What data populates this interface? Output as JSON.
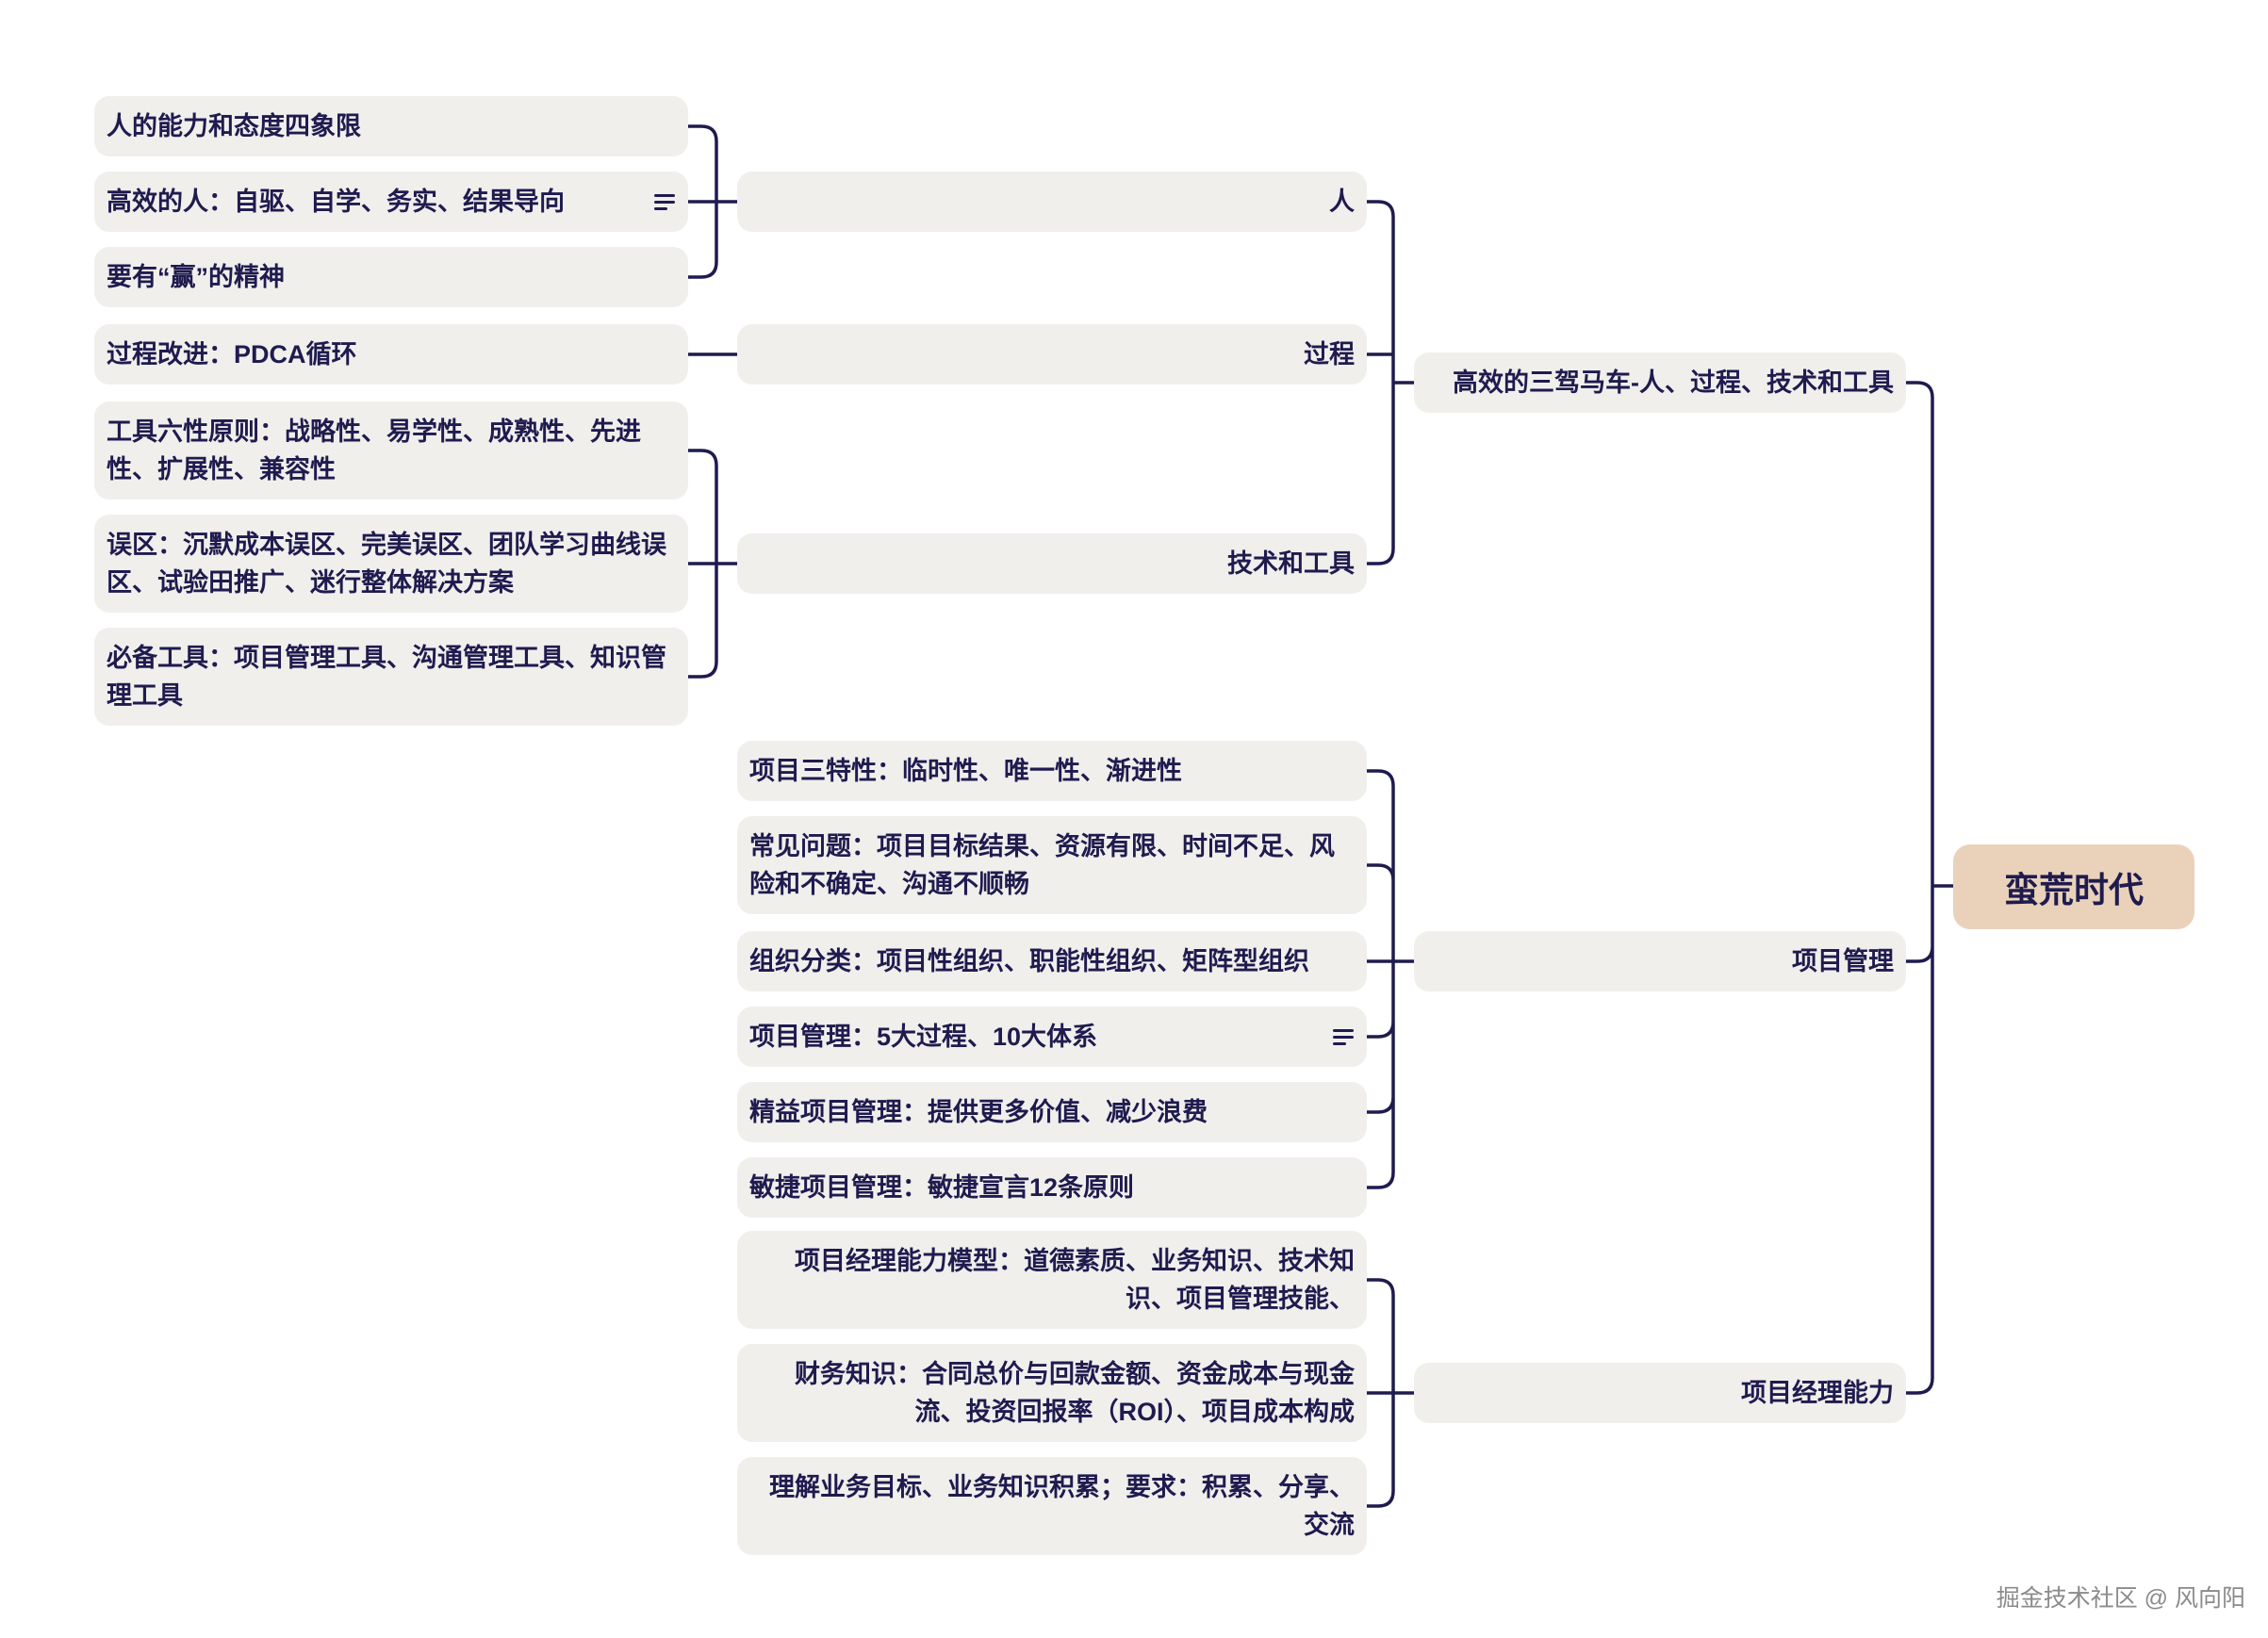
{
  "root": {
    "label": "蛮荒时代"
  },
  "branches": {
    "b1": {
      "label": "高效的三驾马车-人、过程、技术和工具",
      "children": {
        "people": {
          "label": "人",
          "items": [
            "人的能力和态度四象限",
            "高效的人：自驱、自学、务实、结果导向",
            "要有“赢”的精神"
          ]
        },
        "process": {
          "label": "过程",
          "items": [
            "过程改进：PDCA循环"
          ]
        },
        "tech": {
          "label": "技术和工具",
          "items": [
            "工具六性原则：战略性、易学性、成熟性、先进性、扩展性、兼容性",
            "误区：沉默成本误区、完美误区、团队学习曲线误区、试验田推广、迷行整体解决方案",
            "必备工具：项目管理工具、沟通管理工具、知识管理工具"
          ]
        }
      }
    },
    "b2": {
      "label": "项目管理",
      "items": [
        "项目三特性：临时性、唯一性、渐进性",
        "常见问题：项目目标结果、资源有限、时间不足、风险和不确定、沟通不顺畅",
        "组织分类：项目性组织、职能性组织、矩阵型组织",
        "项目管理：5大过程、10大体系",
        "精益项目管理：提供更多价值、减少浪费",
        "敏捷项目管理：敏捷宣言12条原则"
      ]
    },
    "b3": {
      "label": "项目经理能力",
      "items": [
        "项目经理能力模型：道德素质、业务知识、技术知识、项目管理技能、",
        "财务知识：合同总价与回款金额、资金成本与现金流、投资回报率（ROI）、项目成本构成",
        "理解业务目标、业务知识积累；要求：积累、分享、交流"
      ]
    }
  },
  "watermark": "掘金技术社区 @ 风向阳"
}
